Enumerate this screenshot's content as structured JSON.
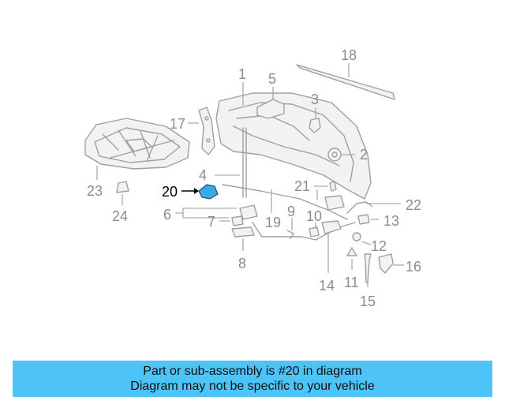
{
  "banner": {
    "line1": "Part or sub-assembly is #20 in diagram",
    "line2": "Diagram may not be specific to your vehicle"
  },
  "callouts": {
    "n1": "1",
    "n2": "2",
    "n3": "3",
    "n4": "4",
    "n5": "5",
    "n6": "6",
    "n7": "7",
    "n8": "8",
    "n9": "9",
    "n10": "10",
    "n11": "11",
    "n12": "12",
    "n13": "13",
    "n14": "14",
    "n15": "15",
    "n16": "16",
    "n17": "17",
    "n18": "18",
    "n19": "19",
    "n20": "20",
    "n21": "21",
    "n22": "22",
    "n23": "23",
    "n24": "24"
  },
  "highlighted_part": "20",
  "colors": {
    "highlight": "#3aa9e6",
    "banner": "#4dc3f7",
    "line_art": "#a0a0a0"
  }
}
